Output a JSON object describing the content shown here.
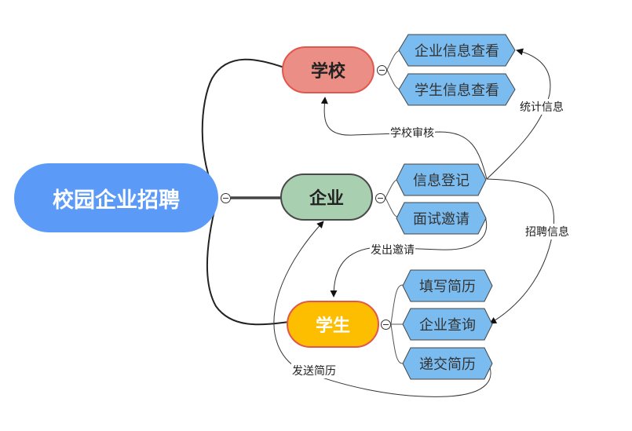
{
  "root": {
    "label": "校园企业招聘",
    "color": "#5b9bf7"
  },
  "main_topics": [
    {
      "id": "school",
      "label": "学校",
      "fill": "#ea8e86",
      "border": "#e2574c",
      "children": [
        "企业信息查看",
        "学生信息查看"
      ]
    },
    {
      "id": "company",
      "label": "企业",
      "fill": "#a9cfb1",
      "border": "#4a4a4a",
      "children": [
        "信息登记",
        "面试邀请"
      ]
    },
    {
      "id": "student",
      "label": "学生",
      "fill": "#fdbe00",
      "border": "#e2574c",
      "children": [
        "填写简历",
        "企业查询",
        "递交简历"
      ]
    }
  ],
  "subtopic_color": "#7bbcf0",
  "relationships": [
    {
      "label": "学校审核",
      "from": "信息登记",
      "to": "学校"
    },
    {
      "label": "统计信息",
      "from": "信息登记",
      "to": "企业信息查看"
    },
    {
      "label": "招聘信息",
      "from": "信息登记",
      "to": "企业查询"
    },
    {
      "label": "发出邀请",
      "from": "面试邀请",
      "to": "学生"
    },
    {
      "label": "发送简历",
      "from": "递交简历",
      "to": "企业"
    }
  ]
}
